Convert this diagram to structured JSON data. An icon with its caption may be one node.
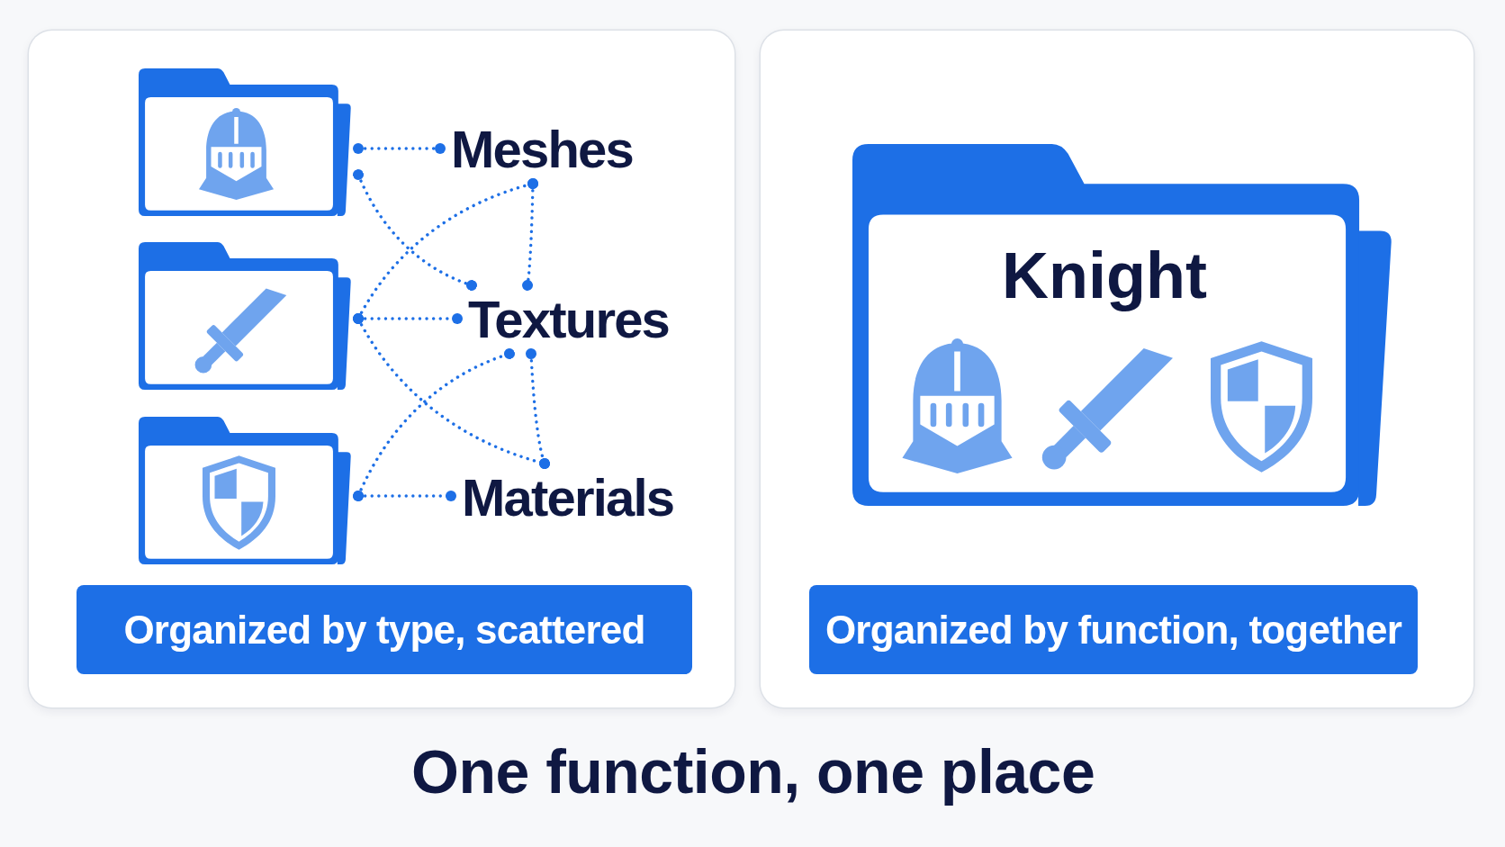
{
  "diagram": {
    "caption": "One function, one place",
    "nodes": [
      {
        "text": [],
        "shape": "box"
      },
      {
        "text": [],
        "shape": "folder",
        "in": 0
      },
      {
        "text": [],
        "shape": "folder",
        "in": 0
      },
      {
        "text": [],
        "shape": "folder",
        "in": 0
      },
      {
        "text": [
          "Meshes"
        ],
        "in": 0
      },
      {
        "text": [
          "Textures"
        ],
        "in": 0
      },
      {
        "text": [
          "Materials"
        ],
        "in": 0
      },
      {
        "text": [
          "Organized by type, scattered"
        ],
        "in": 0
      },
      {
        "text": [],
        "shape": "box"
      },
      {
        "text": [
          "Knight"
        ],
        "in": 8
      },
      {
        "text": [
          "Organized by function, together"
        ],
        "in": 8
      }
    ],
    "edges": [
      {
        "from": 1,
        "to": 4,
        "arrow": "other",
        "style": "dashed"
      },
      {
        "from": 1,
        "to": 5,
        "arrow": "other",
        "style": "dashed"
      },
      {
        "from": 2,
        "to": 4,
        "arrow": "other",
        "style": "dashed"
      },
      {
        "from": 2,
        "to": 5,
        "arrow": "other",
        "style": "dashed"
      },
      {
        "from": 2,
        "to": 6,
        "arrow": "other",
        "style": "dashed"
      },
      {
        "from": 3,
        "to": 5,
        "arrow": "other",
        "style": "dashed"
      },
      {
        "from": 3,
        "to": 6,
        "arrow": "other",
        "style": "dashed"
      },
      {
        "from": 4,
        "to": 5,
        "arrow": "other",
        "style": "dashed"
      },
      {
        "from": 5,
        "to": 6,
        "arrow": "other",
        "style": "dashed"
      }
    ]
  }
}
